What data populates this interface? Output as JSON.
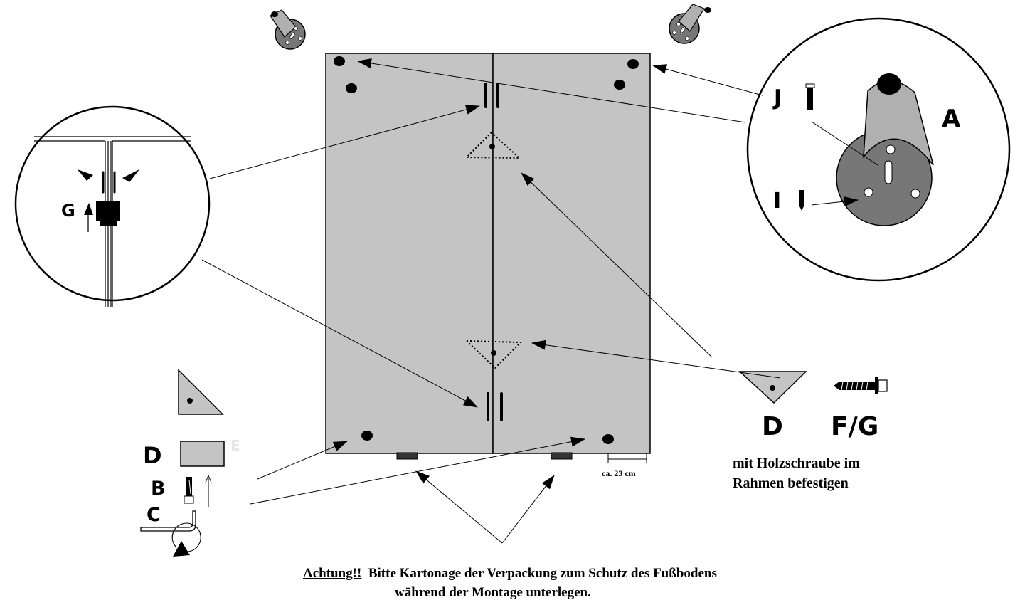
{
  "labels": {
    "J": "J",
    "A": "A",
    "I": "I",
    "G": "G",
    "D_left": "D",
    "E": "E",
    "B": "B",
    "C": "C",
    "D_right": "D",
    "FG": "F/G",
    "measure": "ca. 23 cm"
  },
  "instruction": {
    "line1": "mit Holzschraube im",
    "line2": "Rahmen befestigen"
  },
  "warning": {
    "heading": "Achtung!!",
    "line1": "Bitte Kartonage der Verpackung zum Schutz des Fußbodens",
    "line2": "während der Montage unterlegen."
  },
  "colors": {
    "panel": "#c4c4c4",
    "bracket_plate": "#777777",
    "bracket_top": "#b0b0b0",
    "lines": "#000000"
  },
  "icons": [
    "wall-bracket-icon",
    "screw-icon",
    "wood-screw-icon",
    "hex-key-icon",
    "rotate-arrow-icon",
    "corner-triangle-icon"
  ]
}
